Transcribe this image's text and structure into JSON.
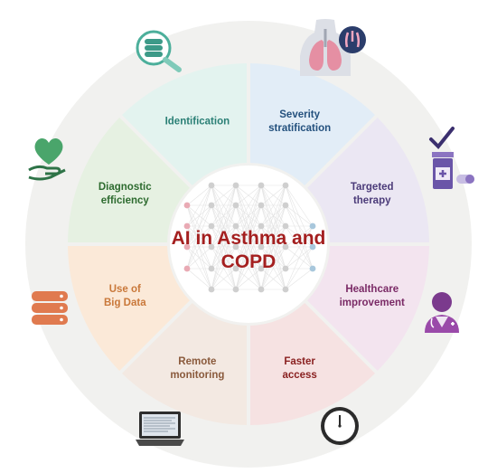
{
  "title": {
    "line1": "AI in Asthma and",
    "line2": "COPD"
  },
  "colors": {
    "outer_ring": "#f1f1ef",
    "center_fill": "#ffffff",
    "title": "#a41f1f",
    "network_node": "#cfcfcf",
    "network_node_input": "#e9aab4",
    "network_node_output": "#a8c7dc"
  },
  "segments": [
    {
      "id": "identification",
      "lines": [
        "Identification"
      ],
      "fill": "#e3f3ef",
      "text_color": "#2a7f75",
      "icon": "database-search-icon"
    },
    {
      "id": "severity-stratification",
      "lines": [
        "Severity",
        "stratification"
      ],
      "fill": "#e2edf7",
      "text_color": "#24517e",
      "icon": "lungs-icon"
    },
    {
      "id": "targeted-therapy",
      "lines": [
        "Targeted",
        "therapy"
      ],
      "fill": "#ebe7f3",
      "text_color": "#4b3b79",
      "icon": "medication-icon"
    },
    {
      "id": "healthcare-improvement",
      "lines": [
        "Healthcare",
        "improvement"
      ],
      "fill": "#f3e4ef",
      "text_color": "#7a2a66",
      "icon": "doctor-icon"
    },
    {
      "id": "faster-access",
      "lines": [
        "Faster",
        "access"
      ],
      "fill": "#f6e2e2",
      "text_color": "#8a2121",
      "icon": "clock-icon"
    },
    {
      "id": "remote-monitoring",
      "lines": [
        "Remote",
        "monitoring"
      ],
      "fill": "#f3e9e2",
      "text_color": "#8a5a3c",
      "icon": "laptop-icon"
    },
    {
      "id": "use-of-big-data",
      "lines": [
        "Use of",
        "Big Data"
      ],
      "fill": "#fbe9d8",
      "text_color": "#c9783a",
      "icon": "server-stack-icon"
    },
    {
      "id": "diagnostic-efficiency",
      "lines": [
        "Diagnostic",
        "efficiency"
      ],
      "fill": "#e6f1e2",
      "text_color": "#2d6b2f",
      "icon": "heart-hand-icon"
    }
  ]
}
